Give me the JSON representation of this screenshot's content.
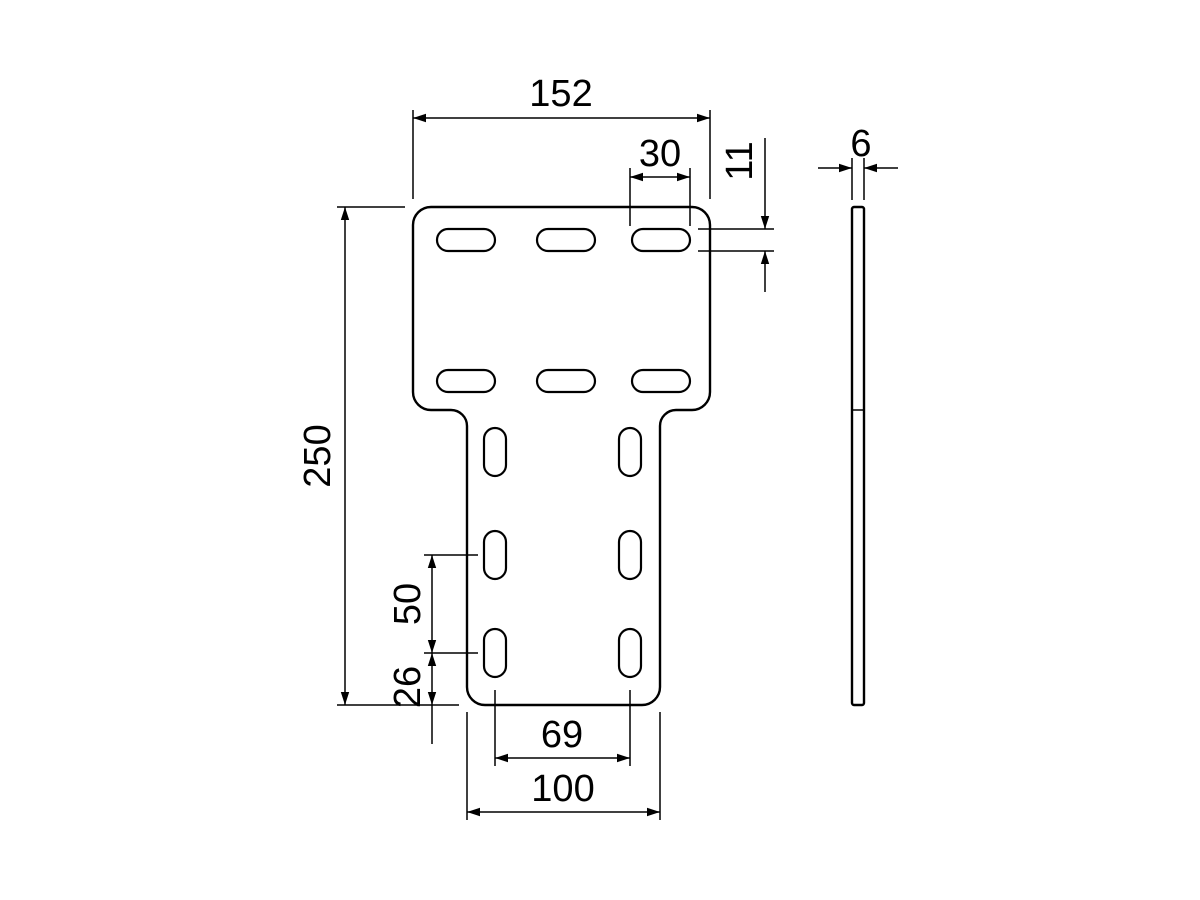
{
  "drawing": {
    "colors": {
      "line": "#000000",
      "background": "#ffffff"
    },
    "dimensions": {
      "overall_width": "152",
      "top_slot_length": "30",
      "slot_width": "11",
      "overall_height": "250",
      "side_slot_spacing": "50",
      "bottom_edge_offset": "26",
      "slot_column_spacing": "69",
      "stem_width": "100",
      "thickness": "6"
    }
  }
}
